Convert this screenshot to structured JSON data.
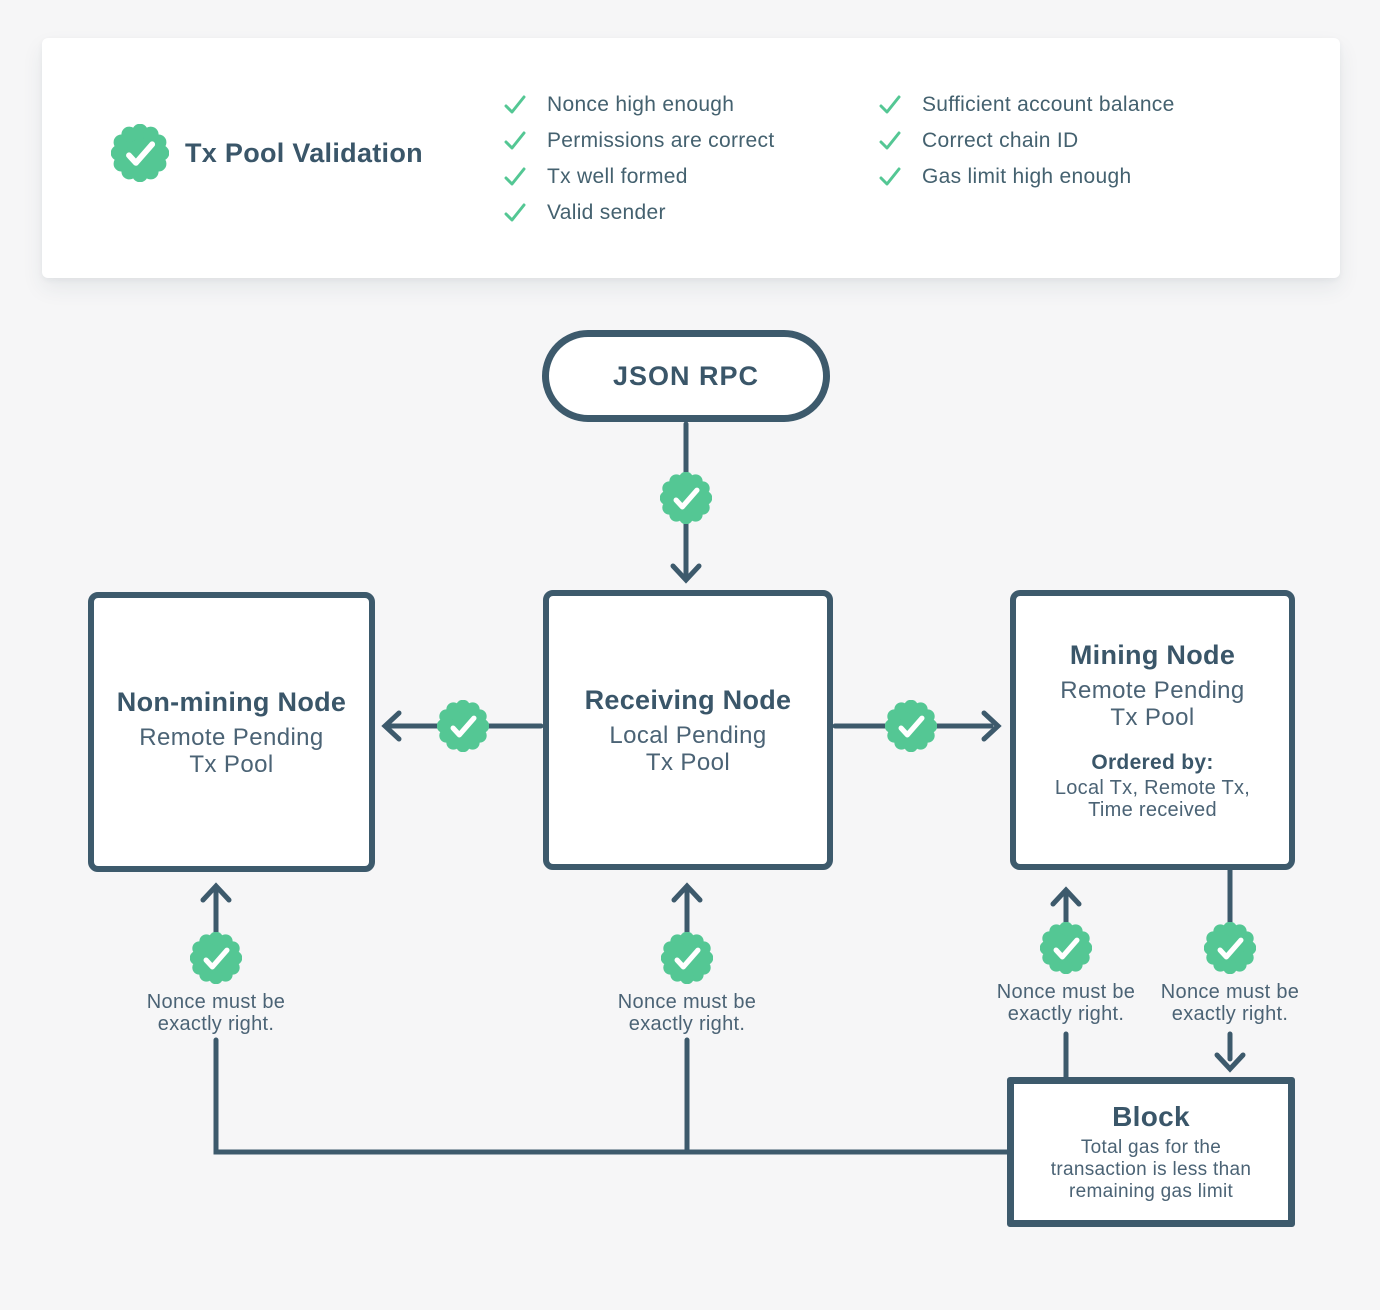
{
  "colors": {
    "accent_green": "#54c794",
    "line_slate": "#3d5a6c",
    "title_text": "#3a5669",
    "body_text": "#4b6375",
    "background": "#f6f6f7",
    "card_background": "#ffffff"
  },
  "legend": {
    "title": "Tx Pool Validation",
    "checks_col1": [
      "Nonce high enough",
      "Permissions are correct",
      "Tx well formed",
      "Valid sender"
    ],
    "checks_col2": [
      "Sufficient account balance",
      "Correct chain ID",
      "Gas limit high enough"
    ]
  },
  "flow": {
    "json_rpc_label": "JSON RPC",
    "non_mining_node": {
      "title": "Non-mining Node",
      "subtitle": [
        "Remote Pending",
        "Tx Pool"
      ]
    },
    "receiving_node": {
      "title": "Receiving Node",
      "subtitle": [
        "Local Pending",
        "Tx Pool"
      ]
    },
    "mining_node": {
      "title": "Mining Node",
      "subtitle": [
        "Remote Pending",
        "Tx Pool"
      ],
      "ordered_by_label": "Ordered by:",
      "ordered_by": [
        "Local Tx, Remote Tx,",
        "Time received"
      ]
    },
    "block": {
      "title": "Block",
      "description": [
        "Total gas for the",
        "transaction is less than",
        "remaining gas limit"
      ]
    },
    "nonce_note": {
      "line1": "Nonce must be",
      "line2": "exactly right."
    }
  }
}
